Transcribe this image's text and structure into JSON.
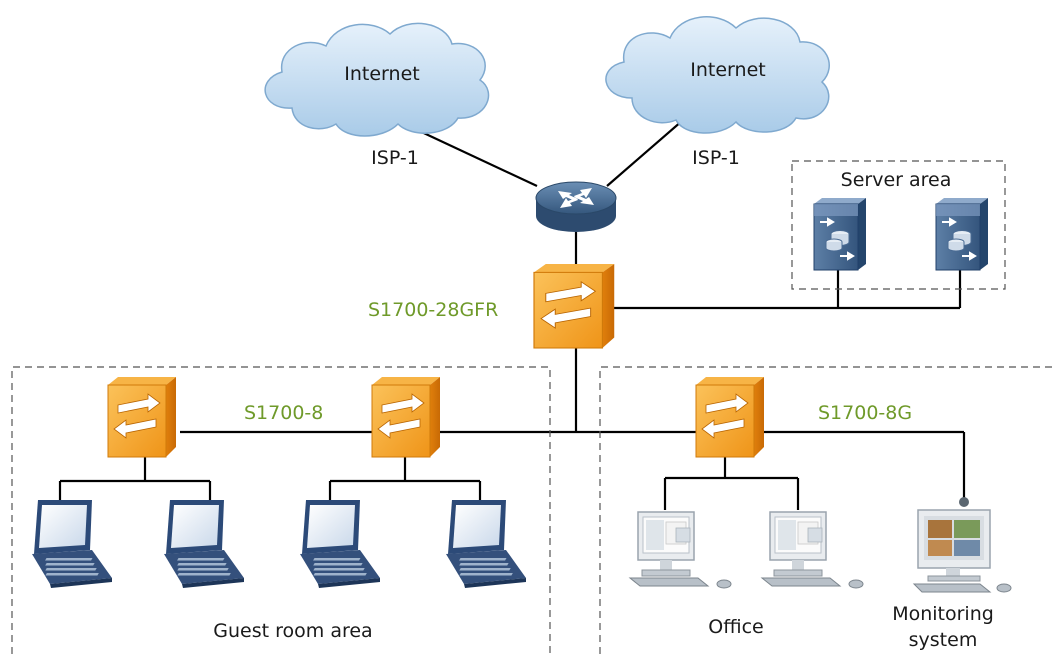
{
  "clouds": [
    {
      "id": "cloud-left",
      "label": "Internet",
      "isp": "ISP-1"
    },
    {
      "id": "cloud-right",
      "label": "Internet",
      "isp": "ISP-1"
    }
  ],
  "areas": {
    "server": "Server area",
    "guest": "Guest room area",
    "office": "Office",
    "monitoring": [
      "Monitoring",
      "system"
    ]
  },
  "switches": {
    "core": "S1700-28GFR",
    "guest": "S1700-8",
    "office": "S1700-8G"
  },
  "colors": {
    "switch_orange": "#f5a623",
    "label_green": "#6f9a2a",
    "router_blue": "#3b5f85",
    "cloud_blue": "#b9d6ee",
    "laptop_navy": "#2c4a78"
  }
}
